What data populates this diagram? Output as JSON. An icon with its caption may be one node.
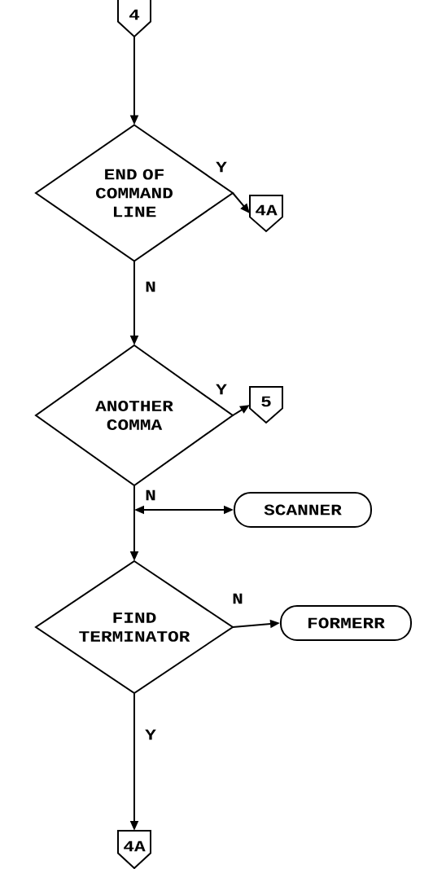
{
  "diagram": {
    "nodes": [
      {
        "text": [
          "4"
        ]
      },
      {
        "text": [
          "END OF COMMAND LINE"
        ]
      },
      {
        "text": [
          "4A"
        ]
      },
      {
        "text": [
          "ANOTHER COMMA"
        ]
      },
      {
        "text": [
          "5"
        ]
      },
      {
        "text": [
          "SCANNER"
        ]
      },
      {
        "text": [
          "FIND TERMINATOR"
        ]
      },
      {
        "text": [
          "FORMERR"
        ]
      },
      {
        "text": [
          "4A"
        ]
      }
    ],
    "edges": [
      {
        "from": 0,
        "to": 1,
        "arrow": "to"
      },
      {
        "from": 1,
        "to": 2,
        "arrow": "to",
        "label": "Y"
      },
      {
        "from": 1,
        "to": 3,
        "arrow": "to",
        "label": "N"
      },
      {
        "from": 3,
        "to": 4,
        "arrow": "to",
        "label": "Y"
      },
      {
        "from": 3,
        "to": 6,
        "arrow": "to",
        "label": "N"
      },
      {
        "from": null,
        "to": 5,
        "arrow": "both"
      },
      {
        "from": 6,
        "to": 7,
        "arrow": "to",
        "label": "N"
      },
      {
        "from": 6,
        "to": 8,
        "arrow": "to",
        "label": "Y"
      }
    ]
  }
}
